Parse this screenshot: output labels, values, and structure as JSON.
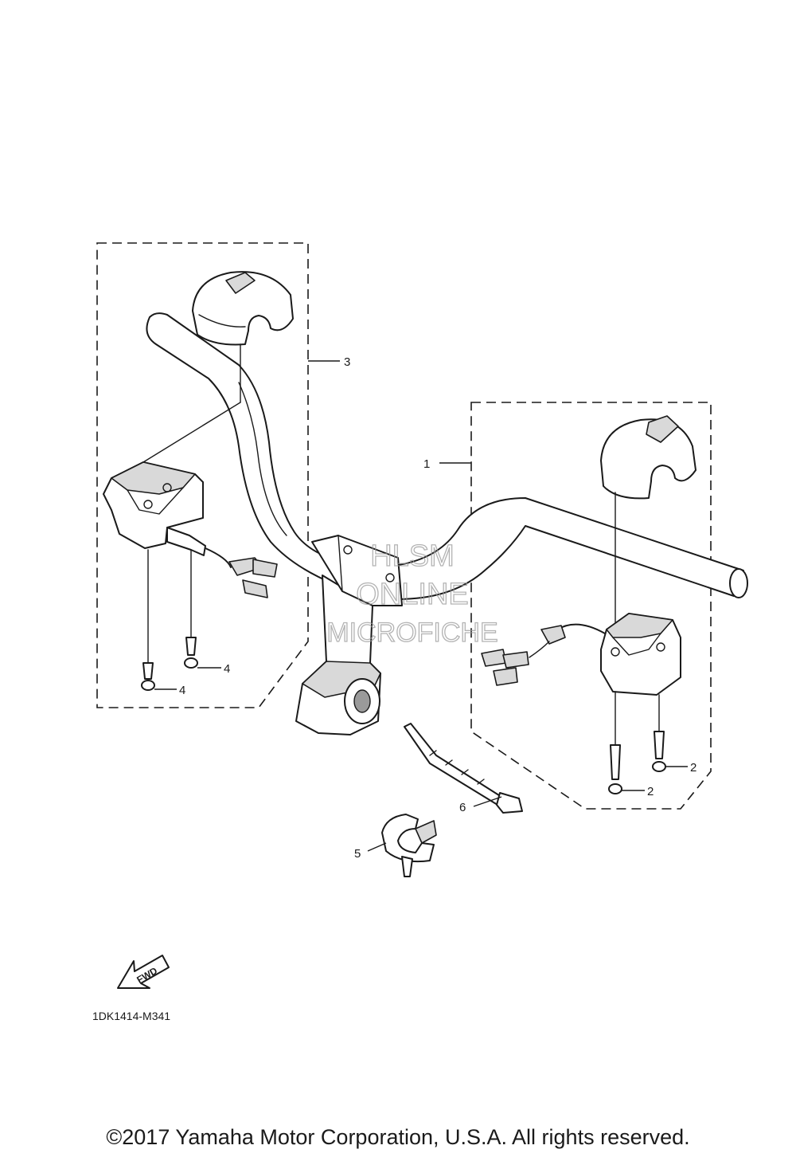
{
  "callouts": {
    "c1": "1",
    "c2a": "2",
    "c2b": "2",
    "c3": "3",
    "c4a": "4",
    "c4b": "4",
    "c5": "5",
    "c6": "6"
  },
  "watermark": [
    "HLSM",
    "ONLINE",
    "MICROFICHE"
  ],
  "fwd_label": "FWD",
  "diagram_code": "1DK1414-M341",
  "copyright": "©2017 Yamaha Motor Corporation, U.S.A. All rights reserved."
}
